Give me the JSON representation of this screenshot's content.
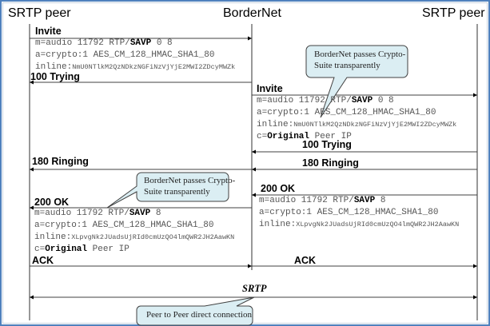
{
  "actors": {
    "left": "SRTP peer",
    "middle": "BorderNet",
    "right": "SRTP peer"
  },
  "messages": {
    "invite_1": "Invite",
    "invite_2": "Invite",
    "trying_1": "100 Trying",
    "trying_2": "100 Trying",
    "ringing_1": "180 Ringing",
    "ringing_2": "180 Ringing",
    "ok_1": "200 OK",
    "ok_2": "200 OK",
    "ack_1": "ACK",
    "ack_2": "ACK",
    "srtp": "SRTP"
  },
  "sdp": {
    "invite_1": {
      "m_prefix": "m=audio 11792 RTP/",
      "m_bold": "SAVP",
      "m_suffix": " 0 8",
      "a": "a=crypto:1 AES_CM_128_HMAC_SHA1_80",
      "inline_prefix": " inline:",
      "inline_key": "NmU0NTlkM2QzNDkzNGFiNzVjYjE2MWI2ZDcyMWZk"
    },
    "invite_2": {
      "m_prefix": "m=audio 11792 RTP/",
      "m_bold": "SAVP",
      "m_suffix": " 0 8",
      "a": "a=crypto:1 AES_CM_128_HMAC_SHA1_80",
      "inline_prefix": " inline:",
      "inline_key": "NmU0NTlkM2QzNDkzNGFiNzVjYjE2MWI2ZDcyMWZk",
      "c_prefix": "c=",
      "c_bold": "Original",
      "c_suffix": " Peer IP"
    },
    "ok_2": {
      "m_prefix": "m=audio 11792 RTP/",
      "m_bold": "SAVP",
      "m_suffix": " 8",
      "a": "a=crypto:1 AES_CM_128_HMAC_SHA1_80",
      "inline_prefix": " inline:",
      "inline_key": "XLpvgNk2JUadsUjRId0cmUzQO4lmQWR2JH2AawKN"
    },
    "ok_1": {
      "m_prefix": "m=audio 11792 RTP/",
      "m_bold": "SAVP",
      "m_suffix": " 8",
      "a": "a=crypto:1 AES_CM_128_HMAC_SHA1_80",
      "inline_prefix": " inline:",
      "inline_key": "XLpvgNk2JUadsUjRId0cmUzQO4lmQWR2JH2AawKN",
      "c_prefix": "c=",
      "c_bold": "Original",
      "c_suffix": " Peer IP"
    }
  },
  "callouts": {
    "top": {
      "line1": "BorderNet passes Crypto-",
      "line2": "Suite transparently"
    },
    "middle": {
      "line1": "BorderNet passes Crypto-",
      "line2": "Suite transparently"
    },
    "bottom": {
      "line1": "Peer to Peer direct connection"
    }
  },
  "colors": {
    "frame": "#4f81bd",
    "callout_fill": "#dbeef3",
    "callout_stroke": "#404040",
    "line": "#404040"
  }
}
